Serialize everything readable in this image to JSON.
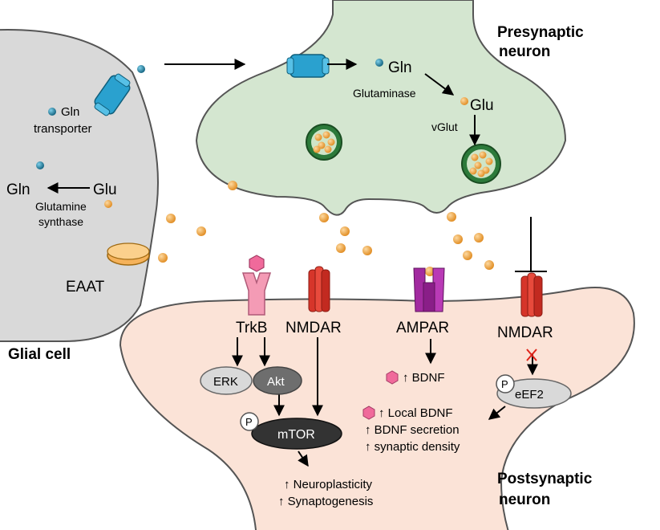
{
  "regions": {
    "presynaptic": "Presynaptic\nneuron",
    "postsynaptic": "Postsynaptic\nneuron",
    "glial": "Glial cell"
  },
  "glial": {
    "gln_transporter": "Gln\ntransporter",
    "gln": "Gln",
    "glu": "Glu",
    "glutamine_synthase": "Glutamine\nsynthase",
    "eaat": "EAAT"
  },
  "presynaptic": {
    "gln": "Gln",
    "glutaminase": "Glutaminase",
    "glu": "Glu",
    "vglut": "vGlut"
  },
  "receptors": {
    "trkb": "TrkB",
    "nmdar_left": "NMDAR",
    "ampar": "AMPAR",
    "nmdar_right": "NMDAR"
  },
  "signaling": {
    "erk": "ERK",
    "akt": "Akt",
    "mtor": "mTOR",
    "phospho": "P",
    "eef2": "eEF2",
    "bdnf_up": "↑ BDNF",
    "effects_right": [
      "↑ Local BDNF",
      "↑ BDNF secretion",
      "↑ synaptic density"
    ],
    "outcomes": [
      "↑ Neuroplasticity",
      "↑ Synaptogenesis"
    ]
  },
  "colors": {
    "glial_fill": "#d9d9d9",
    "presyn_fill": "#d4e6d0",
    "postsyn_fill": "#fbe3d7",
    "glu_orange": "#f2a035",
    "gln_teal": "#1f86a8",
    "nmdar_red": "#d6352a",
    "ampar_purple": "#a22aa0",
    "trkb_pink": "#f49bb5",
    "mtor_dark": "#333333"
  }
}
